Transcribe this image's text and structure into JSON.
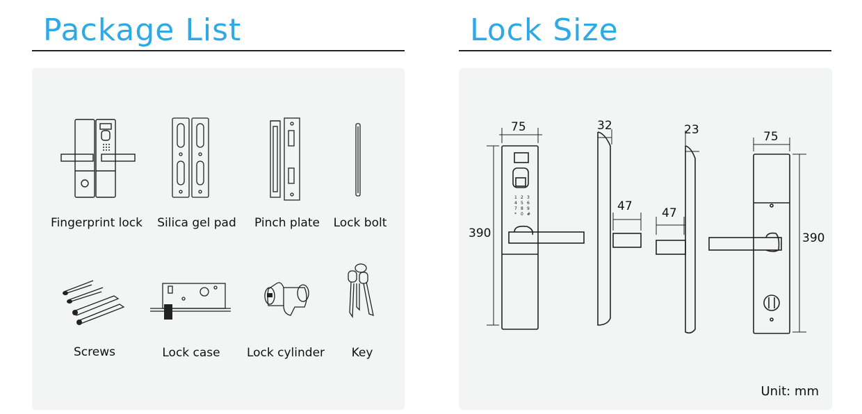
{
  "package_list": {
    "title": "Package List",
    "items": [
      {
        "label": "Fingerprint lock",
        "icon": "fingerprint-lock-icon"
      },
      {
        "label": "Silica gel pad",
        "icon": "silica-gel-pad-icon"
      },
      {
        "label": "Pinch plate",
        "icon": "pinch-plate-icon"
      },
      {
        "label": "Lock bolt",
        "icon": "lock-bolt-icon"
      },
      {
        "label": "Screws",
        "icon": "screws-icon"
      },
      {
        "label": "Lock case",
        "icon": "lock-case-icon"
      },
      {
        "label": "Lock cylinder",
        "icon": "lock-cylinder-icon"
      },
      {
        "label": "Key",
        "icon": "key-icon"
      }
    ]
  },
  "lock_size": {
    "title": "Lock Size",
    "dims": {
      "front_width": "75",
      "front_height": "390",
      "side_depth": "32",
      "side_handle": "47",
      "side2_handle": "47",
      "side2_depth": "23",
      "back_width": "75",
      "back_height": "390"
    },
    "keypad": [
      "1",
      "2",
      "3",
      "4",
      "5",
      "6",
      "7",
      "8",
      "9",
      "*",
      "0",
      "#"
    ],
    "unit": "Unit: mm"
  },
  "colors": {
    "title": "#2fa9e6",
    "panel": "#f3f4f4",
    "line": "#222222"
  }
}
